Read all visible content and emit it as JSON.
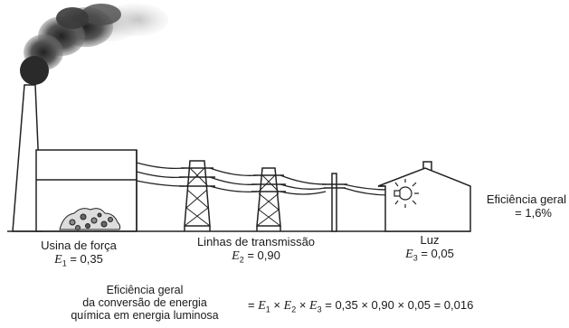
{
  "stages": [
    {
      "name": "Usina de força",
      "symbol": "E",
      "index": "1",
      "value": "= 0,35"
    },
    {
      "name": "Linhas de transmissão",
      "symbol": "E",
      "index": "2",
      "value": "= 0,90"
    },
    {
      "name": "Luz",
      "symbol": "E",
      "index": "3",
      "value": "= 0,05"
    }
  ],
  "overall": {
    "label": "Eficiência geral",
    "value": "= 1,6%"
  },
  "total": {
    "label_lines": [
      "Eficiência geral",
      "da conversão de energia",
      "química em energia luminosa"
    ],
    "formula_lead": "= ",
    "formula_tail": "= 0,35 × 0,90 × 0,05 = 0,016"
  }
}
